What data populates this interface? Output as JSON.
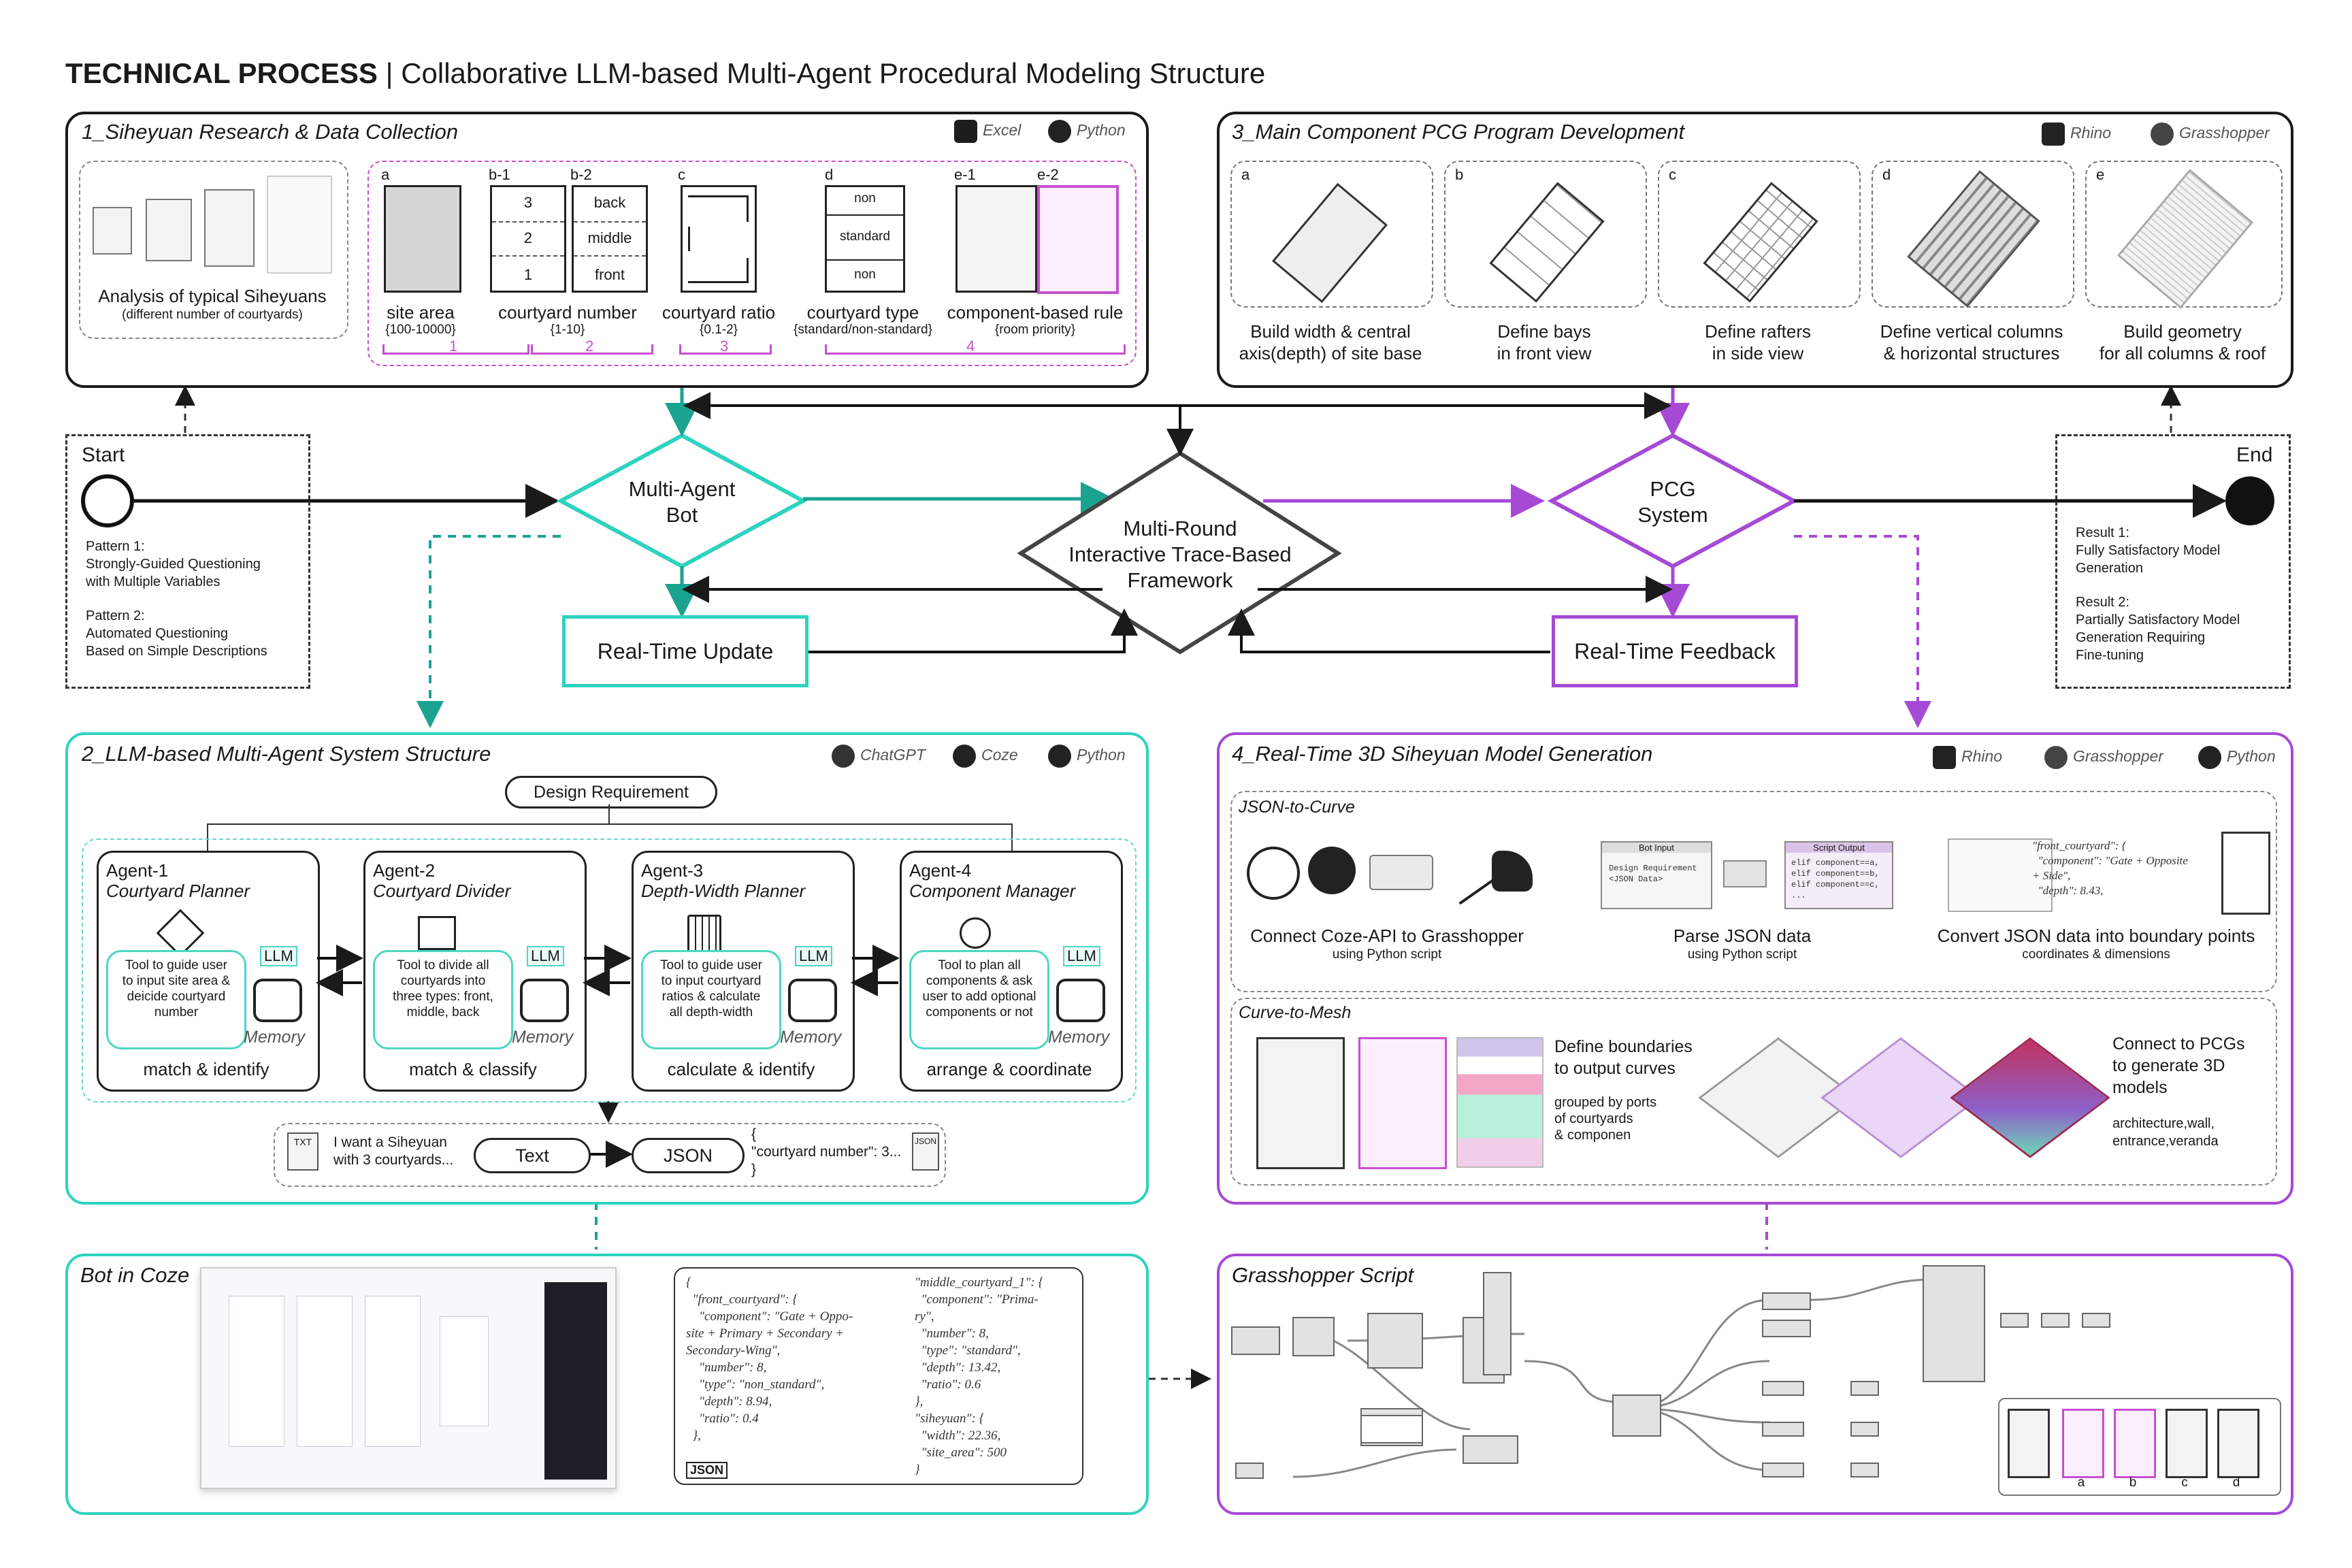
{
  "title": {
    "bold": "TECHNICAL PROCESS",
    "rest": "| Collaborative LLM-based Multi-Agent Procedural Modeling Structure"
  },
  "colors": {
    "teal": "#2ed3bf",
    "purple": "#a64ad6",
    "dark": "#1a1a1a",
    "pink": "#c84fd0"
  },
  "panel1": {
    "title": "1_Siheyuan Research & Data Collection",
    "logos": [
      "Excel",
      "Python"
    ],
    "analysis_label": "Analysis of typical Siheyuans",
    "analysis_sub": "(different number of courtyards)",
    "letters": [
      "a",
      "b-1",
      "b-2",
      "c",
      "d",
      "e-1",
      "e-2"
    ],
    "b1_numbers": [
      "3",
      "2",
      "1"
    ],
    "b2_labels": [
      "back",
      "middle",
      "front"
    ],
    "d_labels": [
      "non",
      "standard",
      "non"
    ],
    "items": [
      {
        "label": "site area",
        "range": "{100-10000}"
      },
      {
        "label": "courtyard number",
        "range": "{1-10}"
      },
      {
        "label": "courtyard ratio",
        "range": "{0.1-2}"
      },
      {
        "label": "courtyard type",
        "range": "{standard/non-standard}"
      },
      {
        "label": "component-based rule",
        "range": "{room priority}"
      }
    ],
    "indices": [
      "1",
      "2",
      "3",
      "4"
    ]
  },
  "panel3": {
    "title": "3_Main Component PCG Program Development",
    "logos": [
      "Rhino",
      "Grasshopper"
    ],
    "steps": [
      {
        "letter": "a",
        "line1": "Build width & central",
        "line2": "axis(depth) of site base"
      },
      {
        "letter": "b",
        "line1": "Define bays",
        "line2": "in front view"
      },
      {
        "letter": "c",
        "line1": "Define rafters",
        "line2": "in side view"
      },
      {
        "letter": "d",
        "line1": "Define vertical columns",
        "line2": "& horizontal structures"
      },
      {
        "letter": "e",
        "line1": "Build geometry",
        "line2": "for all columns & roof"
      }
    ]
  },
  "flow": {
    "start": "Start",
    "end": "End",
    "pattern1_title": "Pattern 1:",
    "pattern1_l1": "Strongly-Guided Questioning",
    "pattern1_l2": "with Multiple Variables",
    "pattern2_title": "Pattern 2:",
    "pattern2_l1": "Automated Questioning",
    "pattern2_l2": "Based on Simple Descriptions",
    "result1_title": "Result 1:",
    "result1_l1": "Fully Satisfactory Model",
    "result1_l2": "Generation",
    "result2_title": "Result 2:",
    "result2_l1": "Partially Satisfactory Model",
    "result2_l2": "Generation Requiring",
    "result2_l3": "Fine-tuning",
    "bot_l1": "Multi-Agent",
    "bot_l2": "Bot",
    "center_l1": "Multi-Round",
    "center_l2": "Interactive Trace-Based",
    "center_l3": "Framework",
    "pcg_l1": "PCG",
    "pcg_l2": "System",
    "rt_update": "Real-Time Update",
    "rt_feedback": "Real-Time Feedback"
  },
  "panel2": {
    "title": "2_LLM-based Multi-Agent System Structure",
    "logos": [
      "ChatGPT",
      "Coze",
      "Python"
    ],
    "design_requirement": "Design Requirement",
    "agents": [
      {
        "id": "Agent-1",
        "name": "Courtyard Planner",
        "tool": [
          "Tool to guide user",
          "to input site area &",
          "deicide courtyard",
          "number"
        ],
        "action": "match & identify"
      },
      {
        "id": "Agent-2",
        "name": "Courtyard Divider",
        "tool": [
          "Tool to divide all",
          "courtyards into",
          "three types: front,",
          "middle, back"
        ],
        "action": "match & classify"
      },
      {
        "id": "Agent-3",
        "name": "Depth-Width Planner",
        "tool": [
          "Tool to guide user",
          "to input courtyard",
          "ratios & calculate",
          "all depth-width"
        ],
        "action": "calculate & identify"
      },
      {
        "id": "Agent-4",
        "name": "Component Manager",
        "tool": [
          "Tool to plan all",
          "components & ask",
          "user to add optional",
          "components or not"
        ],
        "action": "arrange & coordinate"
      }
    ],
    "llm": "LLM",
    "memory": "Memory",
    "example_l1": "I want a Siheyuan",
    "example_l2": "with 3 courtyards...",
    "text_pill": "Text",
    "json_pill": "JSON",
    "json_preview_l1": "{",
    "json_preview_l2": "\"courtyard number\": 3...",
    "json_preview_l3": "}",
    "txt_icon": "TXT",
    "json_icon": "JSON"
  },
  "panel4": {
    "title": "4_Real-Time 3D Siheyuan Model Generation",
    "logos": [
      "Rhino",
      "Grasshopper",
      "Python"
    ],
    "sub1": "JSON-to-Curve",
    "sub2": "Curve-to-Mesh",
    "jc": [
      {
        "l1": "Connect Coze-API to Grasshopper",
        "l2": "using Python script"
      },
      {
        "l1": "Parse JSON data",
        "l2": "using Python script"
      },
      {
        "l1": "Convert JSON data into boundary points",
        "l2": "coordinates & dimensions"
      }
    ],
    "bot_input": "Bot Input",
    "bot_input_code": "Design Requirement\n<JSON Data>",
    "script_output": "Script Output",
    "script_output_code": "elif component==a,\nelif component==b,\nelif component==c,\n...",
    "json_snip": "\"front_courtyard\": {\n  \"component\": \"Gate + Opposite\n+ Side\",\n  \"depth\": 8.43,",
    "cm_title_l1": "Define boundaries",
    "cm_title_l2": "to output curves",
    "cm_sub_l1": "grouped by ports",
    "cm_sub_l2": "of courtyards",
    "cm_sub_l3": "& componen",
    "cm_right_l1": "Connect to PCGs",
    "cm_right_l2": "to generate 3D",
    "cm_right_l3": "models",
    "cm_right_sub_l1": "architecture,wall,",
    "cm_right_sub_l2": "entrance,veranda"
  },
  "panel5": {
    "title": "Bot in Coze",
    "json_left": "{\n  \"front_courtyard\": {\n    \"component\": \"Gate + Oppo-\nsite + Primary + Secondary +\nSecondary-Wing\",\n    \"number\": 8,\n    \"type\": \"non_standard\",\n    \"depth\": 8.94,\n    \"ratio\": 0.4\n  },",
    "json_right": "\"middle_courtyard_1\": {\n  \"component\": \"Prima-\nry\",\n  \"number\": 8,\n  \"type\": \"standard\",\n  \"depth\": 13.42,\n  \"ratio\": 0.6\n},\n\"siheyuan\": {\n  \"width\": 22.36,\n  \"site_area\": 500\n}",
    "json_tag": "JSON"
  },
  "panel6": {
    "title": "Grasshopper Script",
    "variant_labels": [
      "a",
      "b",
      "c",
      "d"
    ]
  }
}
